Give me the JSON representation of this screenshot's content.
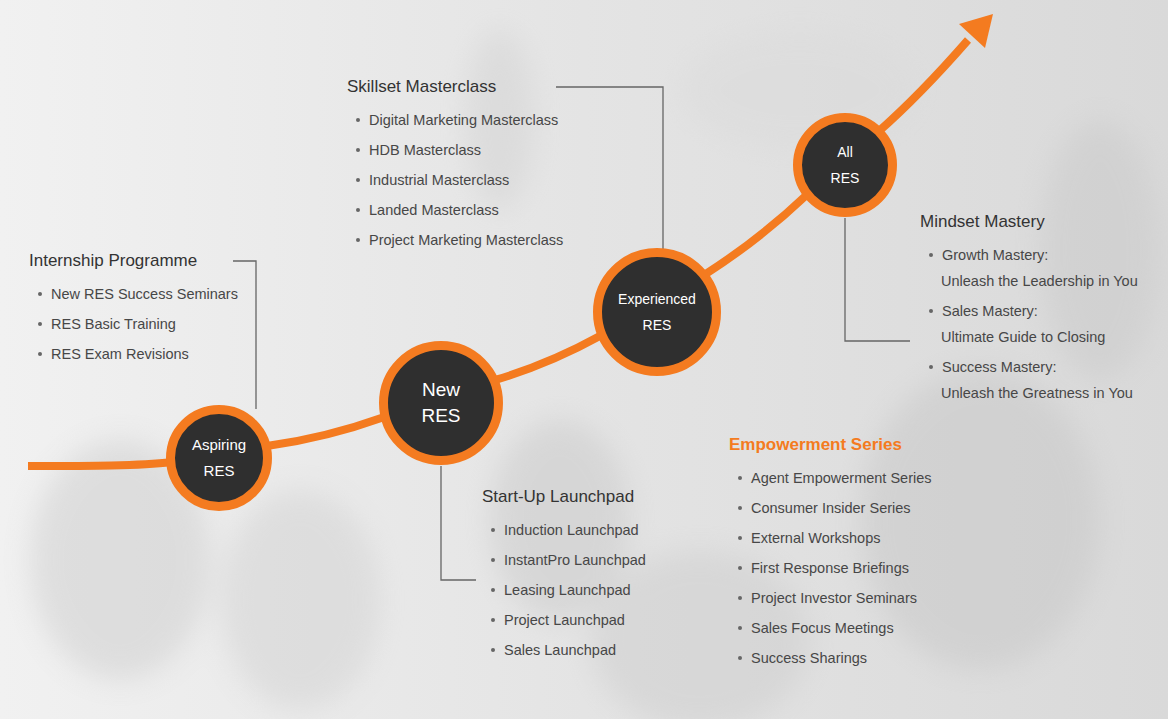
{
  "diagram": {
    "nodes": [
      {
        "text": [
          "Aspiring RES"
        ]
      },
      {
        "text": [
          "New RES"
        ]
      },
      {
        "text": [
          "Experienced RES"
        ]
      },
      {
        "text": [
          "All RES"
        ]
      }
    ],
    "edges": [
      {
        "from": 0,
        "to": 1,
        "arrow": "none"
      },
      {
        "from": 1,
        "to": 2,
        "arrow": "none"
      },
      {
        "from": 2,
        "to": 3,
        "arrow": "none"
      }
    ],
    "labels": [
      "Skillset Masterclass",
      "Digital Marketing Masterclass",
      "HDB Masterclass",
      "Industrial Masterclass",
      "Landed Masterclass",
      "Project Marketing Masterclass",
      "Internship Programme",
      "New RES Success Seminars",
      "RES Basic Training",
      "RES Exam Revisions",
      "Mindset Mastery",
      "Growth Mastery:",
      "Unleash the Leadership in You",
      "Sales Mastery:",
      "Ultimate Guide to Closing",
      "Success Mastery:",
      "Unleash the Greatness in You",
      "Empowerment Series",
      "Agent Empowerment Series",
      "Consumer Insider Series",
      "External Workshops",
      "First Response Briefings",
      "Project Investor Seminars",
      "Sales Focus Meetings",
      "Success Sharings",
      "Start-Up Launchpad",
      "Induction Launchpad",
      "InstantPro Launchpad",
      "Leasing Launchpad",
      "Project Launchpad",
      "Sales Launchpad"
    ]
  }
}
